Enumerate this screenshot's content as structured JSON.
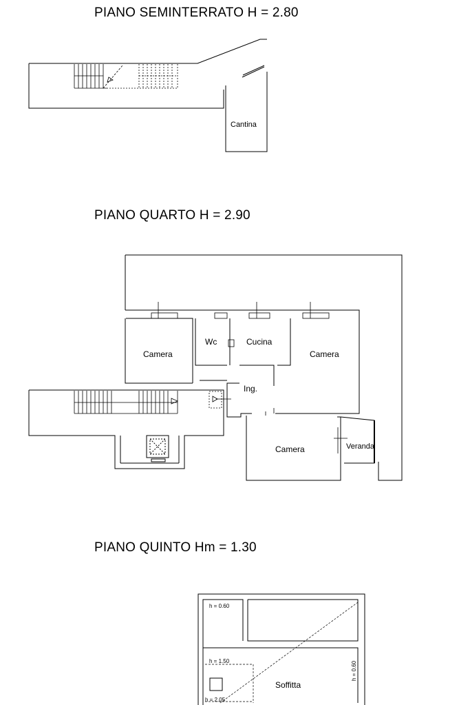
{
  "floors": {
    "basement": {
      "title": "PIANO SEMINTERRATO H = 2.80",
      "rooms": {
        "cantina": "Cantina"
      }
    },
    "fourth": {
      "title": "PIANO QUARTO H = 2.90",
      "rooms": {
        "camera_left": "Camera",
        "wc": "Wc",
        "cucina": "Cucina",
        "camera_right": "Camera",
        "ingresso": "Ing.",
        "camera_bottom": "Camera",
        "veranda": "Veranda"
      }
    },
    "fifth": {
      "title": "PIANO QUINTO Hm = 1.30",
      "rooms": {
        "soffitta": "Soffitta"
      },
      "heights": {
        "h1": "h = 0.60",
        "h2": "h = 1.50",
        "h3": "h = 2.05",
        "h4": "h = 0.60"
      }
    }
  }
}
